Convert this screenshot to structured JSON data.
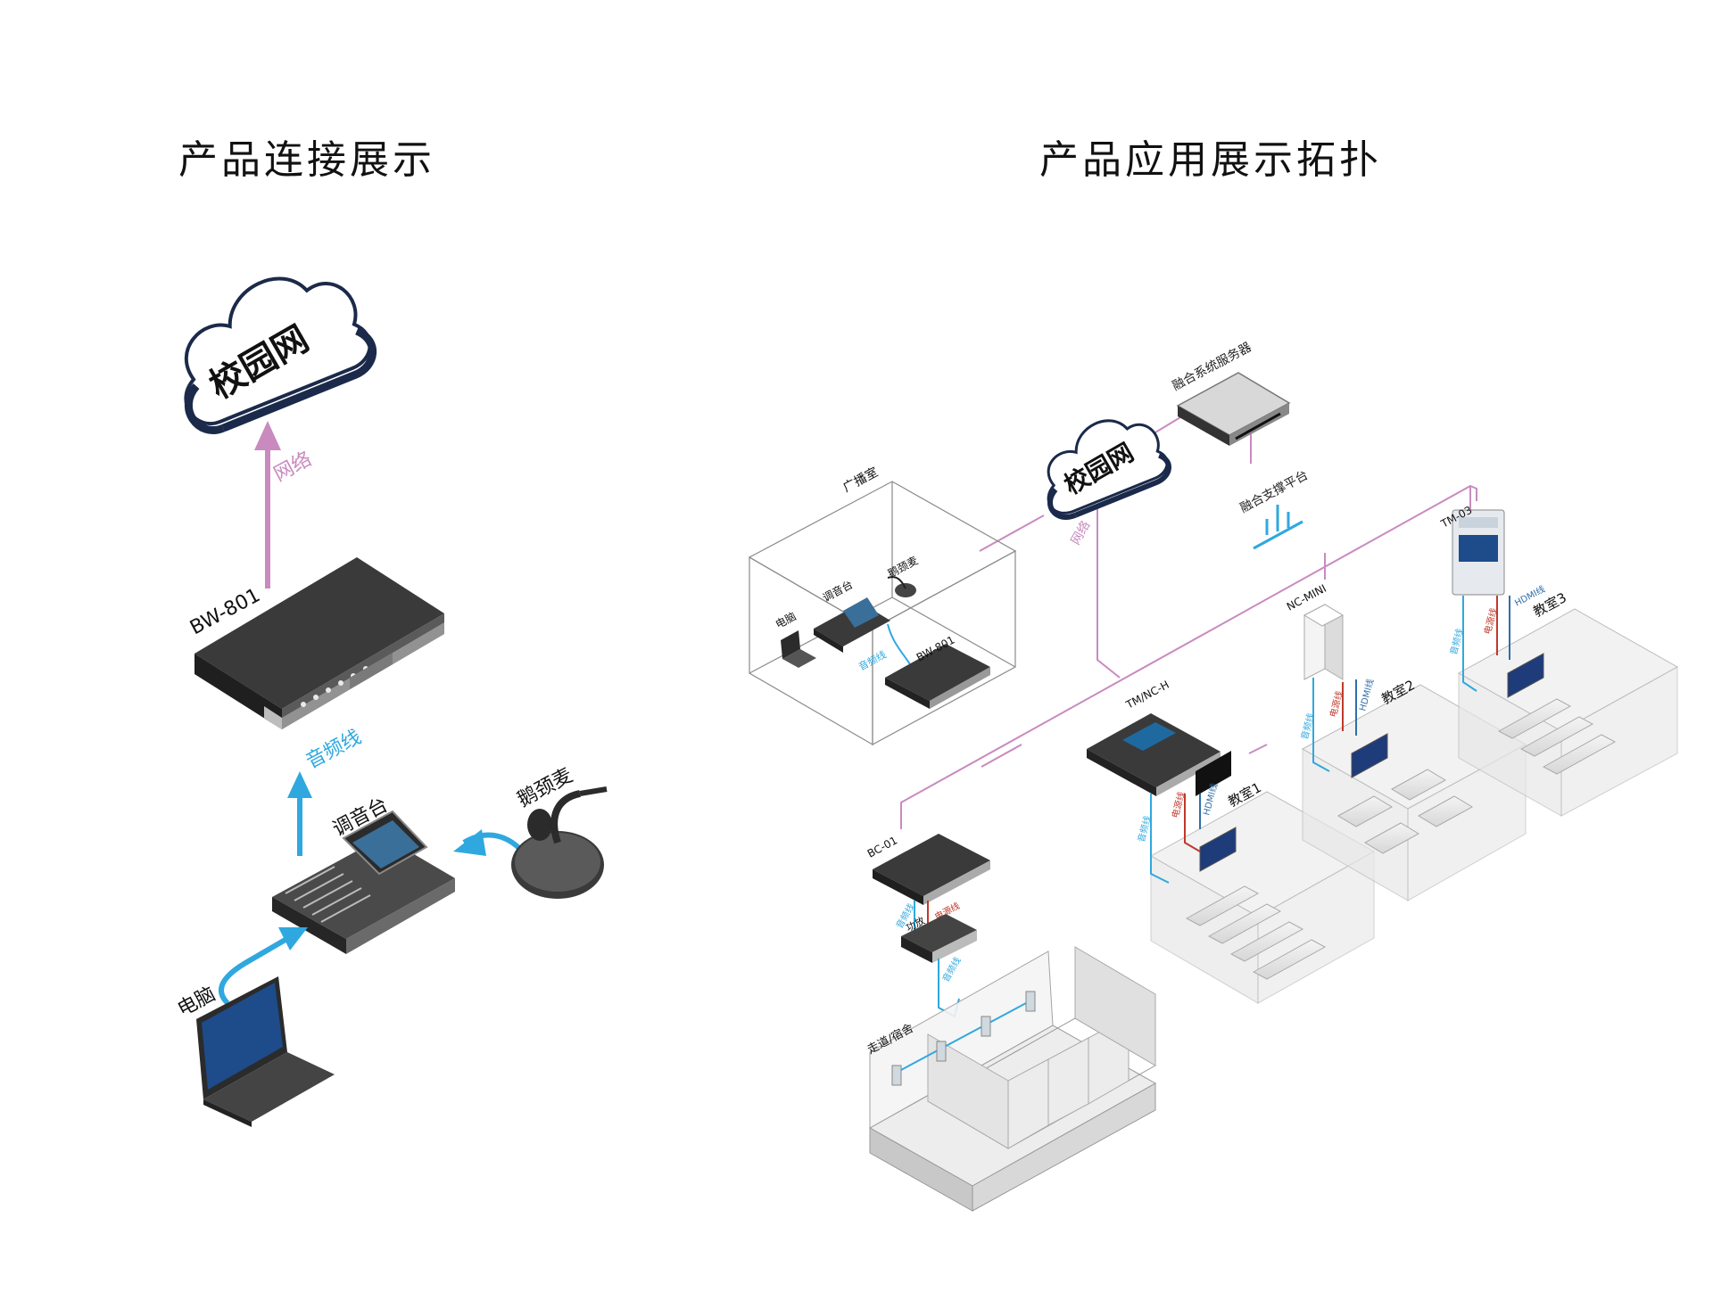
{
  "left_title": "产品连接展示",
  "right_title": "产品应用展示拓扑",
  "colors": {
    "network_line": "#c98bbf",
    "audio_line": "#2fa8df",
    "power_line": "#c0392b",
    "hdmi_line": "#2f6fa8",
    "device_dark": "#2b2b2b"
  },
  "left": {
    "cloud_label": "校园网",
    "network_label": "网络",
    "device_label": "BW-801",
    "audio_label": "音频线",
    "mixer_label": "调音台",
    "mic_label": "鹅颈麦",
    "pc_label": "电脑"
  },
  "right": {
    "cloud_label": "校园网",
    "server_label": "融合系统服务器",
    "platform_label": "融合支撑平台",
    "network_label": "网络",
    "broadcast_room": {
      "title": "广播室",
      "pc": "电脑",
      "mixer": "调音台",
      "mic": "鹅颈麦",
      "device": "BW-801",
      "audio_line": "音频线"
    },
    "bc01": {
      "label": "BC-01",
      "audio_line": "音频线",
      "power_line": "电源线",
      "amp": "功放",
      "amp_audio_line": "音频线"
    },
    "corridor_label": "走道/宿舍",
    "classroom1": {
      "title": "教室1",
      "device": "TM/NC-H",
      "audio_line": "音频线",
      "power_line": "电源线",
      "hdmi_line": "HDMI线"
    },
    "classroom2": {
      "title": "教室2",
      "device": "NC-MINI",
      "audio_line": "音频线",
      "power_line": "电源线",
      "hdmi_line": "HDMI线"
    },
    "classroom3": {
      "title": "教室3",
      "device": "TM-03",
      "audio_line": "音频线",
      "power_line": "电源线",
      "hdmi_line": "HDMI线"
    }
  }
}
